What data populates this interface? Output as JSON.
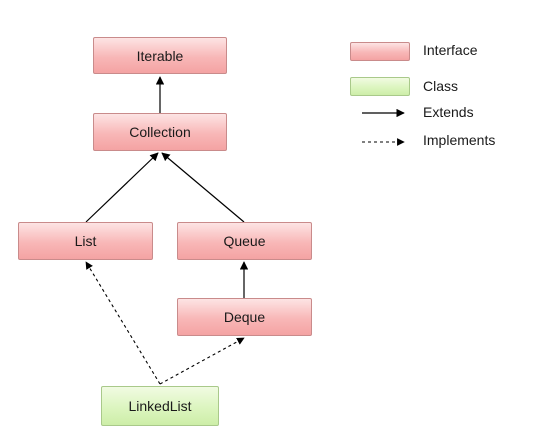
{
  "diagram": {
    "nodes": {
      "iterable": "Iterable",
      "collection": "Collection",
      "list": "List",
      "queue": "Queue",
      "deque": "Deque",
      "linkedlist": "LinkedList"
    }
  },
  "legend": {
    "interface_label": "Interface",
    "class_label": "Class",
    "extends_label": "Extends",
    "implements_label": "Implements"
  },
  "colors": {
    "interface_fill": "#f8b7b7",
    "class_fill": "#dcf5bf",
    "line": "#000000"
  }
}
